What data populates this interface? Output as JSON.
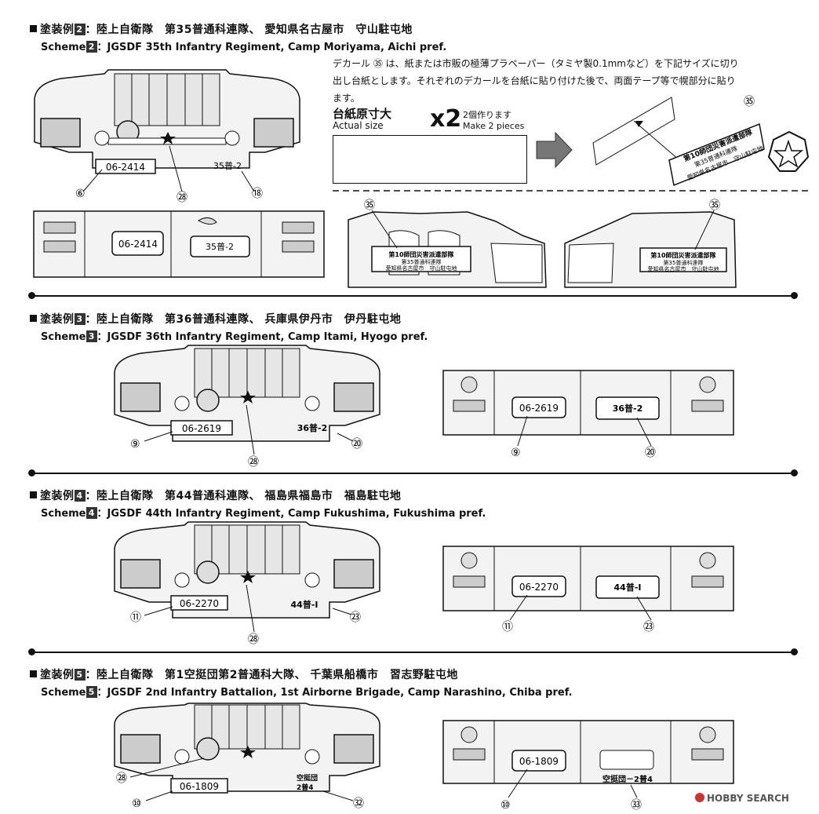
{
  "schemes": [
    {
      "jp": "：陸上自衛隊　第35普通科連隊、 愛知県名古屋市　守山駐屯地",
      "num": "2",
      "scheme_label": "Scheme",
      "en": "：JGSDF 35th Infantry Regiment, Camp Moriyama, Aichi pref.",
      "plate": "06-2414",
      "unit": "35普-2",
      "callouts": [
        "⑥",
        "㉘",
        "⑱"
      ]
    },
    {
      "jp": "：陸上自衛隊　第36普通科連隊、 兵庫県伊丹市　伊丹駐屯地",
      "num": "3",
      "scheme_label": "Scheme",
      "en": "：JGSDF 36th Infantry Regiment, Camp Itami, Hyogo pref.",
      "plate": "06-2619",
      "unit": "36普-2",
      "callouts": [
        "⑨",
        "㉘",
        "⑳"
      ]
    },
    {
      "jp": "：陸上自衛隊　第44普通科連隊、 福島県福島市　福島駐屯地",
      "num": "4",
      "scheme_label": "Scheme",
      "en": "：JGSDF 44th Infantry Regiment, Camp Fukushima, Fukushima pref.",
      "plate": "06-2270",
      "unit": "44普-Ⅰ",
      "callouts": [
        "⑪",
        "㉘",
        "㉓"
      ]
    },
    {
      "jp": "：陸上自衛隊　第1空挺団第2普通科大隊、 千葉県船橋市　習志野駐屯地",
      "num": "5",
      "scheme_label": "Scheme",
      "en": "：JGSDF 2nd Infantry Battalion, 1st Airborne Brigade, Camp Narashino, Chiba pref.",
      "plate": "06-1809",
      "unit_front_1": "空挺団",
      "unit_front_2": "2普4",
      "unit_rear": "空挺団－2普4",
      "callouts": [
        "㉘",
        "⑩",
        "㉜",
        "⑩",
        "㉝"
      ]
    }
  ],
  "prefix_jp": "塗装例",
  "note": {
    "line1": "デカール ㉟ は、紙または市販の極薄プラペーパー（タミヤ製0.1mmなど）を下記サイズに切り",
    "line2": "出し台紙とします。それぞれのデカールを台紙に貼り付けた後で、両面テープ等で幌部分に貼り",
    "line3": "ます。",
    "actual_size_jp": "台紙原寸大",
    "actual_size_en": "Actual size",
    "times": "x2",
    "make_jp": "2個作ります",
    "make_en": "Make 2 pieces",
    "decal_num": "㉟",
    "decal_l1": "第10師団災害派遣部隊",
    "decal_l2": "第35普通科連隊",
    "decal_l3": "愛知県名古屋市　守山駐屯地"
  },
  "watermark": "HOBBY SEARCH"
}
